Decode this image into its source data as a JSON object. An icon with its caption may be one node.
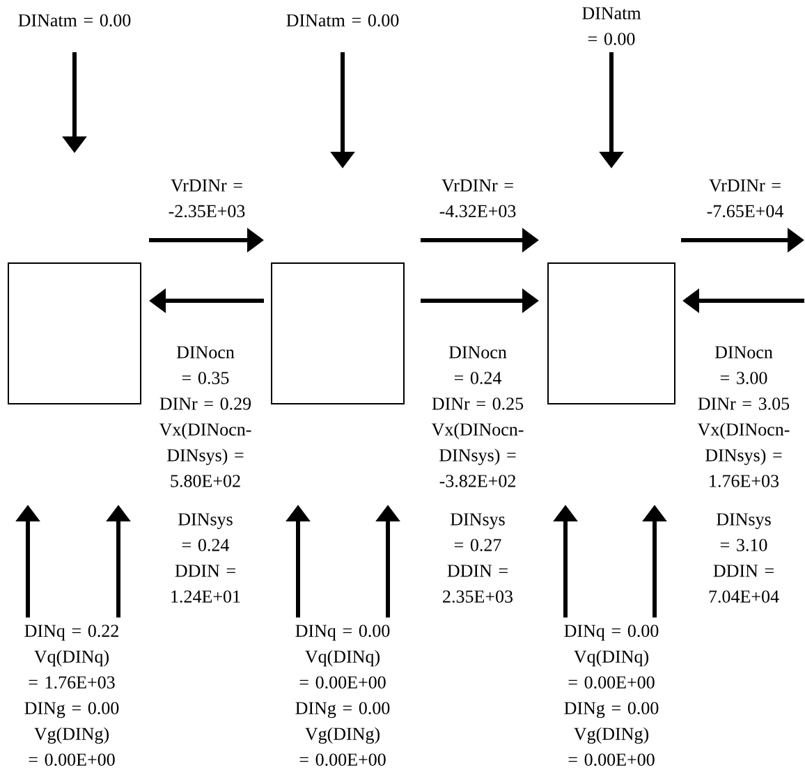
{
  "diagram": {
    "nodes": [
      {
        "text": [
          "DINatm = 0.00"
        ]
      },
      {
        "text": [
          "DINatm = 0.00"
        ]
      },
      {
        "text": [
          "DINatm = 0.00"
        ]
      },
      {
        "text": [],
        "shape": "box"
      },
      {
        "text": [],
        "shape": "box"
      },
      {
        "text": [],
        "shape": "box"
      },
      {
        "text": [
          "DINq = 0.22",
          "Vq(DINq) = 1.76E+03",
          "DINg = 0.00",
          "Vg(DINg) = 0.00E+00"
        ]
      },
      {
        "text": [
          "DINq = 0.00",
          "Vq(DINq) = 0.00E+00",
          "DINg = 0.00",
          "Vg(DINg) = 0.00E+00"
        ]
      },
      {
        "text": [
          "DINq = 0.00",
          "Vq(DINq) = 0.00E+00",
          "DINg = 0.00",
          "Vg(DINg) = 0.00E+00"
        ]
      }
    ],
    "edges": [
      {
        "from": 0,
        "to": null,
        "arrow": "to"
      },
      {
        "from": 1,
        "to": null,
        "arrow": "to"
      },
      {
        "from": 2,
        "to": null,
        "arrow": "to"
      },
      {
        "from": 3,
        "to": 4,
        "arrow": "to",
        "label": "VrDINr = -2.35E+03"
      },
      {
        "from": 4,
        "to": 3,
        "arrow": "to"
      },
      {
        "from": 4,
        "to": 5,
        "arrow": "to",
        "label": "VrDINr = -4.32E+03"
      },
      {
        "from": 4,
        "to": 5,
        "arrow": "to"
      },
      {
        "from": 5,
        "to": null,
        "arrow": "to",
        "label": "VrDINr = -7.65E+04"
      },
      {
        "from": null,
        "to": 5,
        "arrow": "to"
      },
      {
        "from": 6,
        "to": null,
        "arrow": "to"
      },
      {
        "from": 6,
        "to": null,
        "arrow": "to"
      },
      {
        "from": 7,
        "to": null,
        "arrow": "to"
      },
      {
        "from": 7,
        "to": null,
        "arrow": "to"
      },
      {
        "from": 8,
        "to": null,
        "arrow": "to"
      },
      {
        "from": 8,
        "to": null,
        "arrow": "to"
      }
    ],
    "labels": [
      "DINocn = 0.35",
      "DINr = 0.29",
      "Vx(DINocn-DINsys) = 5.80E+02",
      "DINsys = 0.24",
      "DDIN = 1.24E+01",
      "DINocn = 0.24",
      "DINr = 0.25",
      "Vx(DINocn-DINsys) = -3.82E+02",
      "DINsys = 0.27",
      "DDIN = 2.35E+03",
      "DINocn = 3.00",
      "DINr = 3.05",
      "Vx(DINocn-DINsys) = 1.76E+03",
      "DINsys = 3.10",
      "DDIN = 7.04E+04"
    ]
  }
}
